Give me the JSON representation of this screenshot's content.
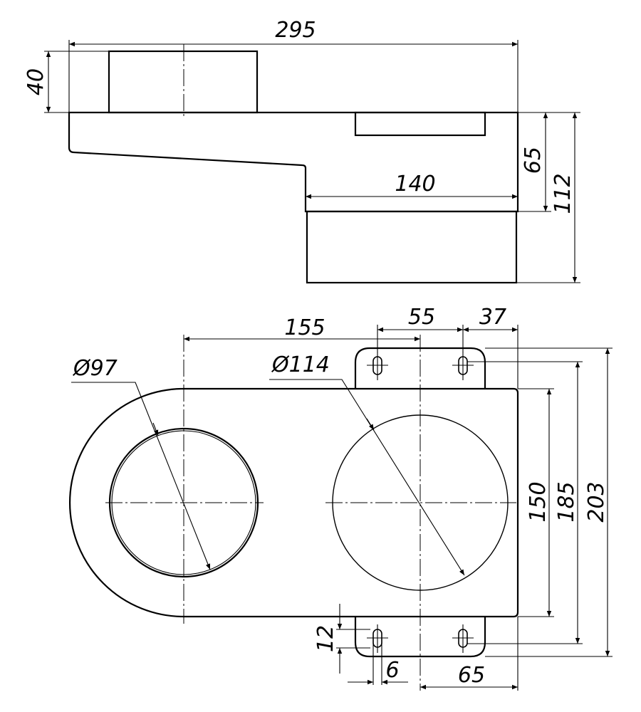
{
  "top_view": {
    "dims": {
      "width_total": "295",
      "cylinder_height": "40",
      "lower_width": "140",
      "body_height": "65",
      "total_height": "112"
    }
  },
  "plan_view": {
    "dims": {
      "dia_left": "Ø97",
      "dia_right": "Ø114",
      "center_distance": "155",
      "slot_spacing": "55",
      "slot_offset": "37",
      "body_height": "150",
      "slot_centers": "185",
      "overall": "203",
      "slot_length": "12",
      "slot_width": "6",
      "slot_to_edge": "65"
    }
  },
  "colors": {
    "line": "#000000",
    "background": "#ffffff"
  }
}
